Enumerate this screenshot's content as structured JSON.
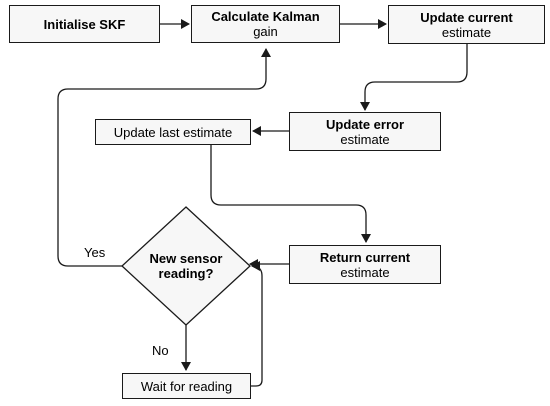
{
  "nodes": {
    "init": {
      "text": "Initialise SKF"
    },
    "kalman_gain": {
      "line1": "Calculate Kalman",
      "line2": "gain"
    },
    "update_current": {
      "line1": "Update current",
      "line2": "estimate"
    },
    "update_error": {
      "line1": "Update error",
      "line2": "estimate"
    },
    "update_last": {
      "text": "Update last estimate"
    },
    "return_current": {
      "line1": "Return current",
      "line2": "estimate"
    },
    "decision": {
      "line1": "New sensor",
      "line2": "reading?"
    },
    "wait": {
      "text": "Wait for reading"
    }
  },
  "edge_labels": {
    "yes": "Yes",
    "no": "No"
  },
  "colors": {
    "stroke": "#1a1a1a",
    "fill": "#f7f7f7",
    "background": "#ffffff"
  }
}
